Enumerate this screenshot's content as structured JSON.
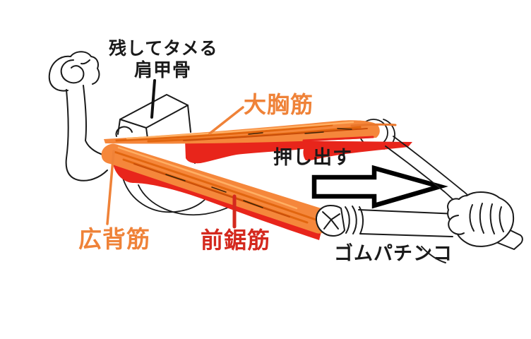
{
  "diagram": {
    "title_concept": "ゴムパチンコ",
    "labels": {
      "hold_and_store": {
        "text": "残してタメる",
        "color": "#1a1a1a"
      },
      "scapula": {
        "text": "肩甲骨",
        "color": "#1a1a1a"
      },
      "pectoralis_major": {
        "text": "大胸筋",
        "color": "#ef8238"
      },
      "push_out": {
        "text": "押し出す",
        "color": "#1a1a1a"
      },
      "latissimus_dorsi": {
        "text": "広背筋",
        "color": "#ef8238"
      },
      "serratus_anterior": {
        "text": "前鋸筋",
        "color": "#d4291e"
      },
      "rubber_slingshot": {
        "text": "ゴムパチンコ",
        "color": "#1a1a1a"
      }
    },
    "colors": {
      "background": "#ffffff",
      "muscle_band_orange": "#f5873b",
      "muscle_band_orange_dark": "#e2660f",
      "muscle_band_orange_light": "#ffaf63",
      "muscle_red": "#e8251b",
      "label_orange": "#ef8238",
      "label_dark_red": "#d4291e",
      "line_art": "#1a1a1a",
      "arrow_outline": "#000000",
      "arrow_fill": "#ffffff"
    }
  }
}
